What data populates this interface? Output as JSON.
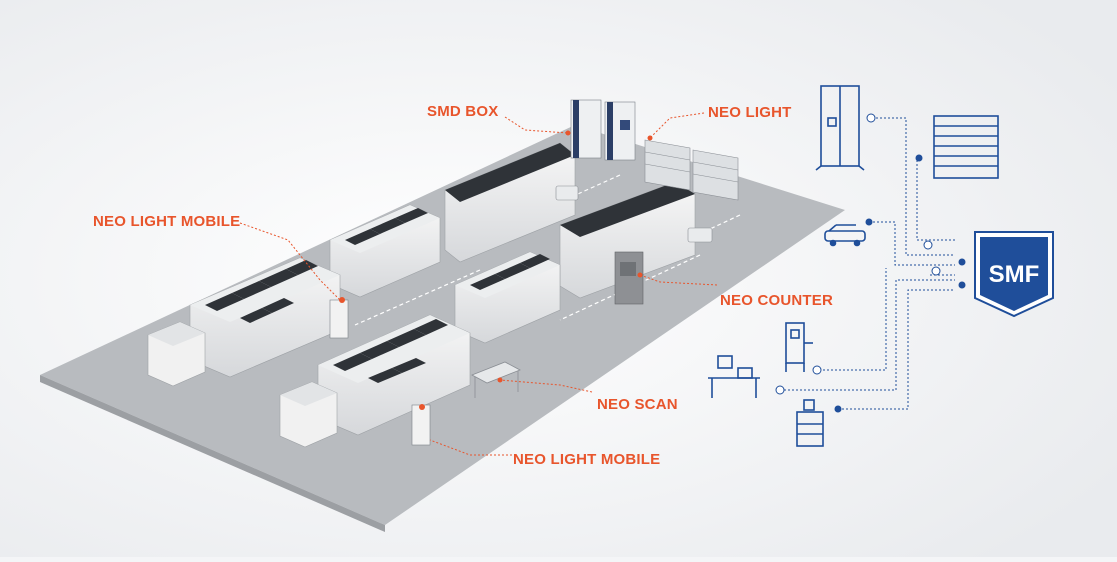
{
  "labels": {
    "smd_box": "SMD BOX",
    "neo_light": "NEO LIGHT",
    "neo_light_mobile_top": "NEO LIGHT MOBILE",
    "neo_counter": "NEO  COUNTER",
    "neo_scan": "NEO SCAN",
    "neo_light_mobile_bottom": "NEO LIGHT MOBILE",
    "smf": "SMF"
  },
  "colors": {
    "accent_orange": "#e8552c",
    "network_blue": "#1f4e9a",
    "floor_gray": "#b9bcc0",
    "machine_dark": "#2f3338"
  },
  "icons": [
    "storage-tower-icon",
    "rack-cart-icon",
    "agv-vehicle-icon",
    "smf-shield-icon",
    "counter-station-icon",
    "scan-desk-icon",
    "printer-station-icon"
  ]
}
